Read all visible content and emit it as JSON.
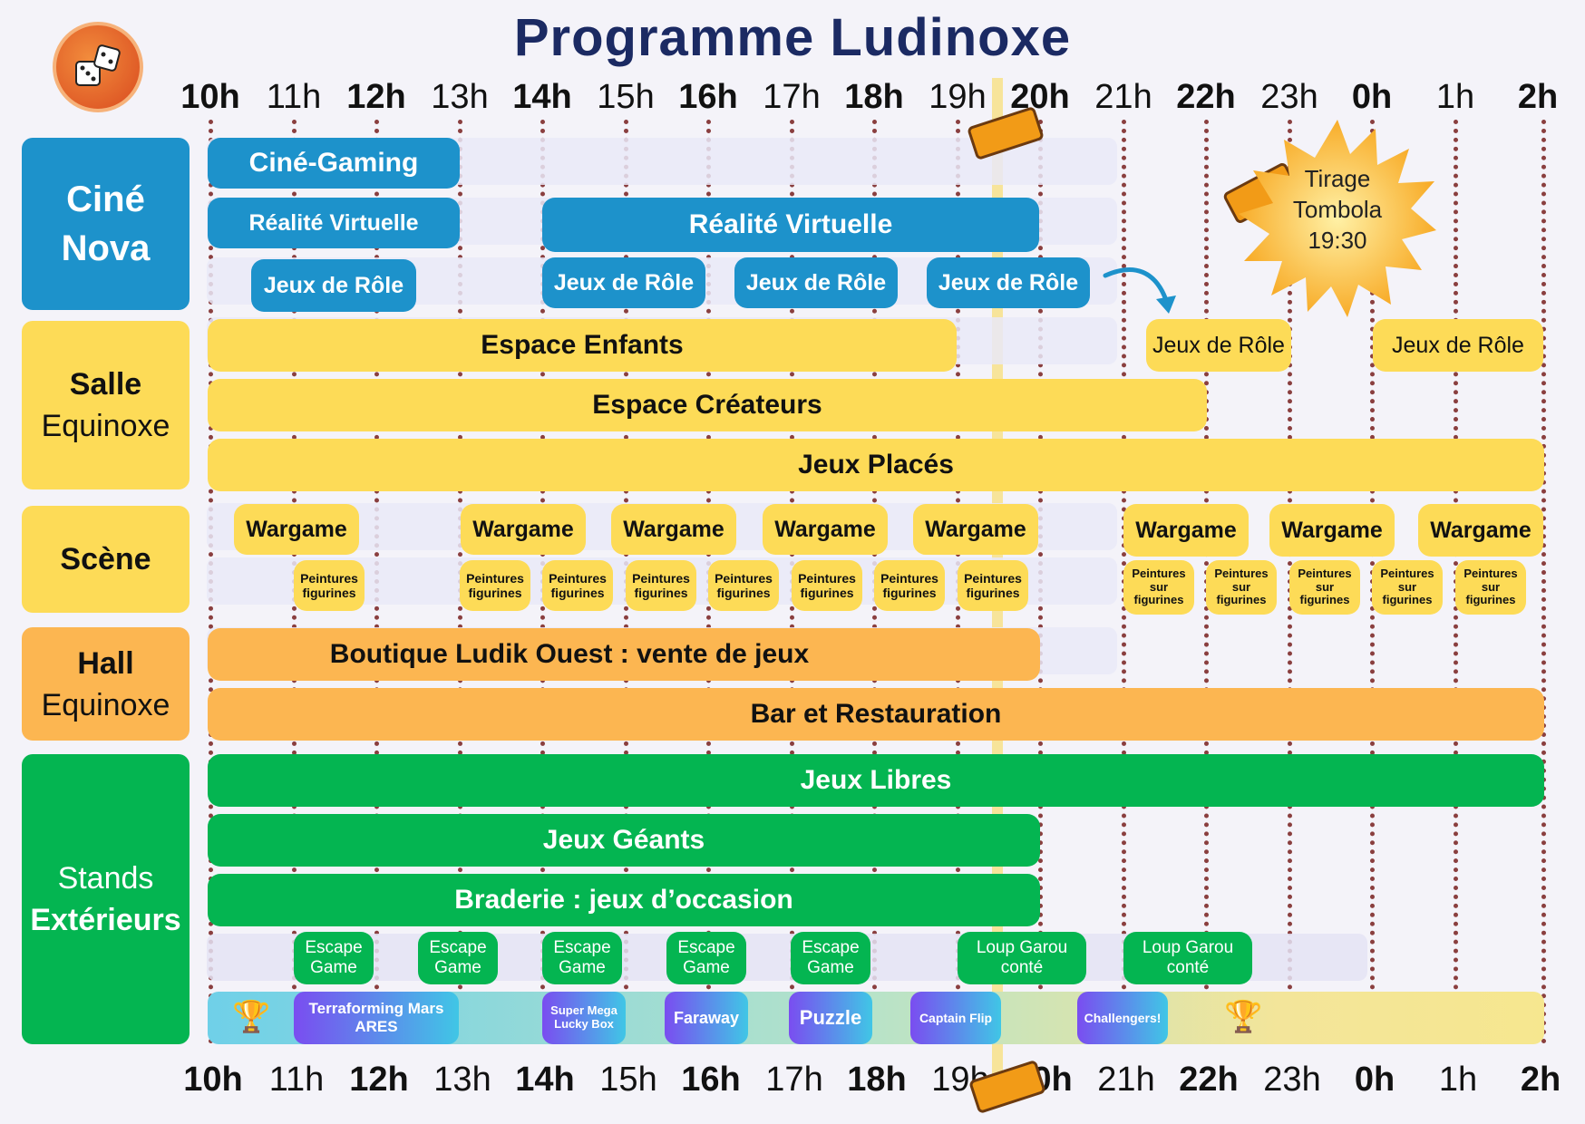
{
  "title": "Programme Ludinoxe",
  "hours": [
    "10h",
    "11h",
    "12h",
    "13h",
    "14h",
    "15h",
    "16h",
    "17h",
    "18h",
    "19h",
    "20h",
    "21h",
    "22h",
    "23h",
    "0h",
    "1h",
    "2h"
  ],
  "rooms": [
    {
      "line1": "Ciné",
      "line2": "Nova"
    },
    {
      "line1": "Salle",
      "line2": "Equinoxe"
    },
    {
      "line1": "Scène",
      "line2": ""
    },
    {
      "line1": "Hall",
      "line2": "Equinoxe"
    },
    {
      "line1": "Stands",
      "line2": "Extérieurs"
    }
  ],
  "events": {
    "cine_gaming": "Ciné-Gaming",
    "vr_1": "Réalité Virtuelle",
    "vr_2": "Réalité Virtuelle",
    "jdr": "Jeux de Rôle",
    "espace_enfants": "Espace Enfants",
    "espace_createurs": "Espace Créateurs",
    "jeux_places": "Jeux Placés",
    "wargame": "Wargame",
    "peintures_figurines_1": "Peintures",
    "peintures_figurines_2": "figurines",
    "peintures_sur": "sur",
    "boutique": "Boutique Ludik Ouest : vente de jeux",
    "bar": "Bar et Restauration",
    "jeux_libres": "Jeux Libres",
    "jeux_geants": "Jeux Géants",
    "braderie": "Braderie : jeux d’occasion",
    "escape_1": "Escape",
    "escape_2": "Game",
    "loup_1": "Loup Garou",
    "loup_2": "conté",
    "terraforming_1": "Terraforming Mars",
    "terraforming_2": "ARES",
    "supermega_1": "Super Mega",
    "supermega_2": "Lucky Box",
    "faraway": "Faraway",
    "puzzle": "Puzzle",
    "captain_flip": "Captain Flip",
    "challengers": "Challengers!"
  },
  "tombola": {
    "line1": "Tirage",
    "line2": "Tombola",
    "line3": "19:30"
  },
  "colors": {
    "blue": "#1d92cb",
    "yellow": "#fddb57",
    "orange": "#fcb651",
    "green": "#04b551",
    "title": "#1b2a63"
  }
}
